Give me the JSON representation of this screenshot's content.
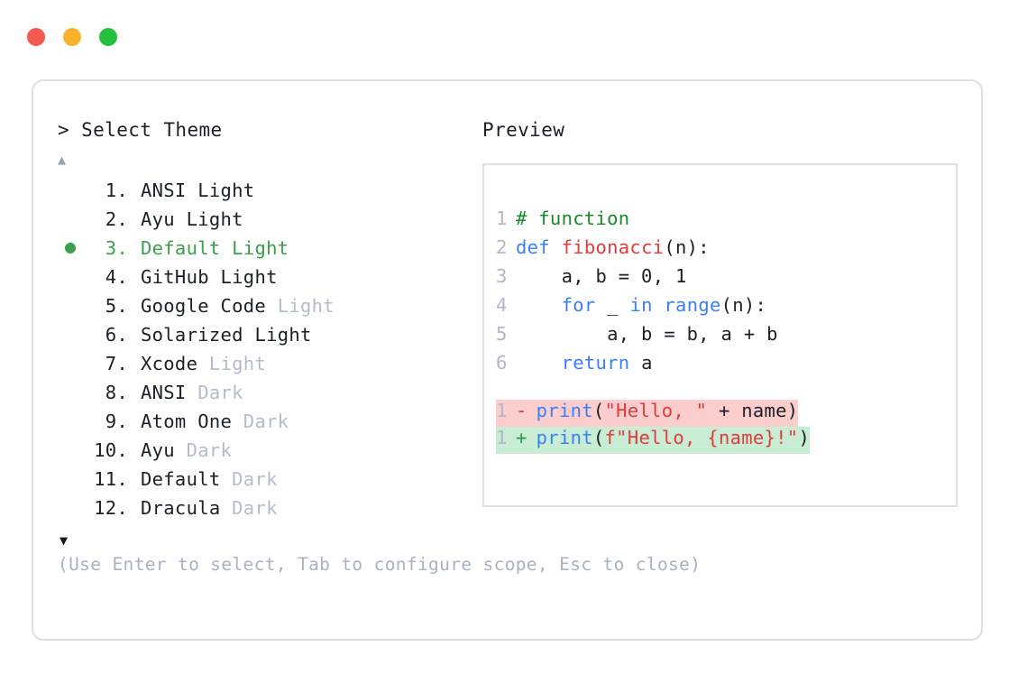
{
  "window": {
    "dots": [
      {
        "name": "close",
        "color": "#f45b52"
      },
      {
        "name": "minimize",
        "color": "#f7b32b"
      },
      {
        "name": "maximize",
        "color": "#27bf3e"
      }
    ]
  },
  "left": {
    "prompt": "> Select Theme",
    "scroll_up": "▲",
    "scroll_down": "▼",
    "selected_index": 3,
    "items": [
      {
        "index": "1.",
        "name": "ANSI",
        "suffix": "Light",
        "suffix_dim": false,
        "selected": false
      },
      {
        "index": "2.",
        "name": "Ayu",
        "suffix": "Light",
        "suffix_dim": false,
        "selected": false
      },
      {
        "index": "3.",
        "name": "Default",
        "suffix": "Light",
        "suffix_dim": false,
        "selected": true
      },
      {
        "index": "4.",
        "name": "GitHub",
        "suffix": "Light",
        "suffix_dim": false,
        "selected": false
      },
      {
        "index": "5.",
        "name": "Google Code",
        "suffix": "Light",
        "suffix_dim": true,
        "selected": false
      },
      {
        "index": "6.",
        "name": "Solarized",
        "suffix": "Light",
        "suffix_dim": false,
        "selected": false
      },
      {
        "index": "7.",
        "name": "Xcode",
        "suffix": "Light",
        "suffix_dim": true,
        "selected": false
      },
      {
        "index": "8.",
        "name": "ANSI",
        "suffix": "Dark",
        "suffix_dim": true,
        "selected": false
      },
      {
        "index": "9.",
        "name": "Atom One",
        "suffix": "Dark",
        "suffix_dim": true,
        "selected": false
      },
      {
        "index": "10.",
        "name": "Ayu",
        "suffix": "Dark",
        "suffix_dim": true,
        "selected": false
      },
      {
        "index": "11.",
        "name": "Default",
        "suffix": "Dark",
        "suffix_dim": true,
        "selected": false
      },
      {
        "index": "12.",
        "name": "Dracula",
        "suffix": "Dark",
        "suffix_dim": true,
        "selected": false
      }
    ],
    "help": "(Use Enter to select, Tab to configure scope, Esc to close)"
  },
  "right": {
    "preview_label": "Preview",
    "code_lines": [
      {
        "no": "1",
        "tokens": [
          {
            "t": "# function",
            "c": "comment"
          }
        ]
      },
      {
        "no": "2",
        "tokens": [
          {
            "t": "def ",
            "c": "keyword"
          },
          {
            "t": "fibonacci",
            "c": "func"
          },
          {
            "t": "(n):",
            "c": "punct"
          }
        ]
      },
      {
        "no": "3",
        "tokens": [
          {
            "t": "    a, b = 0, 1",
            "c": "plain"
          }
        ]
      },
      {
        "no": "4",
        "tokens": [
          {
            "t": "    ",
            "c": "plain"
          },
          {
            "t": "for",
            "c": "keyword"
          },
          {
            "t": " _ ",
            "c": "plain"
          },
          {
            "t": "in",
            "c": "keyword"
          },
          {
            "t": " ",
            "c": "plain"
          },
          {
            "t": "range",
            "c": "keyword"
          },
          {
            "t": "(n):",
            "c": "punct"
          }
        ]
      },
      {
        "no": "5",
        "tokens": [
          {
            "t": "        a, b = b, a + b",
            "c": "plain"
          }
        ]
      },
      {
        "no": "6",
        "tokens": [
          {
            "t": "    ",
            "c": "plain"
          },
          {
            "t": "return",
            "c": "keyword"
          },
          {
            "t": " a",
            "c": "plain"
          }
        ]
      }
    ],
    "diff": [
      {
        "no": "1",
        "sign": "-",
        "kind": "del",
        "tokens": [
          {
            "t": "print",
            "c": "keyword"
          },
          {
            "t": "(",
            "c": "punct"
          },
          {
            "t": "\"Hello, \"",
            "c": "string"
          },
          {
            "t": " + name)",
            "c": "plain"
          }
        ]
      },
      {
        "no": "1",
        "sign": "+",
        "kind": "add",
        "tokens": [
          {
            "t": "print",
            "c": "keyword"
          },
          {
            "t": "(",
            "c": "punct"
          },
          {
            "t": "f\"Hello, {name}!\"",
            "c": "string"
          },
          {
            "t": ")",
            "c": "punct"
          }
        ]
      }
    ]
  },
  "colors": {
    "accent_green": "#3aa14a",
    "dim_text": "#b4bccb",
    "border": "#dcdfe6",
    "diff_del_bg": "#fbcdcd",
    "diff_add_bg": "#c9ecd4"
  }
}
